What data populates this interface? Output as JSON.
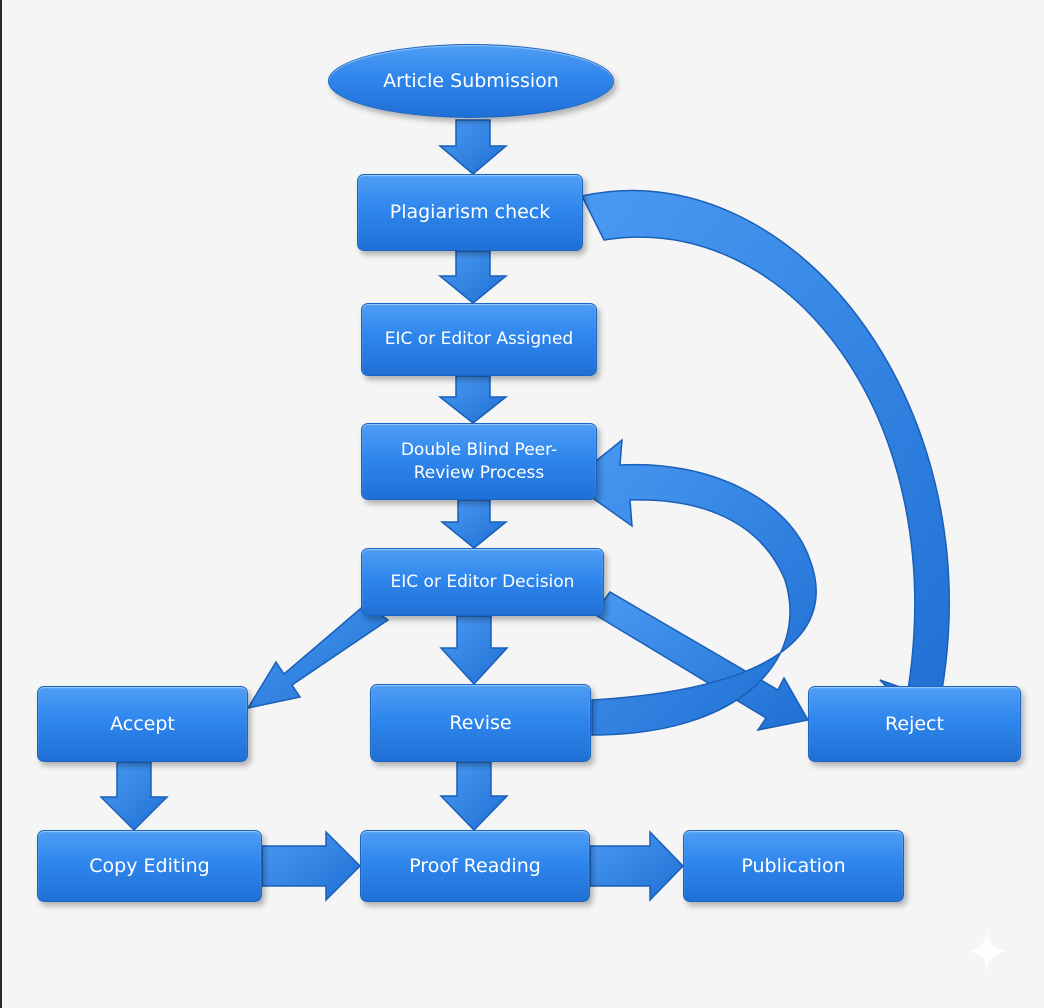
{
  "nodes": {
    "article_submission": "Article Submission",
    "plagiarism_check": "Plagiarism check",
    "eic_assigned": "EIC or Editor Assigned",
    "peer_review": "Double Blind Peer-Review Process",
    "eic_decision": "EIC or Editor Decision",
    "accept": "Accept",
    "revise": "Revise",
    "reject": "Reject",
    "copy_editing": "Copy Editing",
    "proof_reading": "Proof Reading",
    "publication": "Publication"
  },
  "colors": {
    "box_fill": "#2f86ec",
    "box_border": "#1d64c2",
    "arrow_fill": "#2f80e6",
    "arrow_stroke": "#1a5fb8",
    "background": "#f4f5f4"
  },
  "icons": {
    "watermark": "sparkle-icon"
  }
}
